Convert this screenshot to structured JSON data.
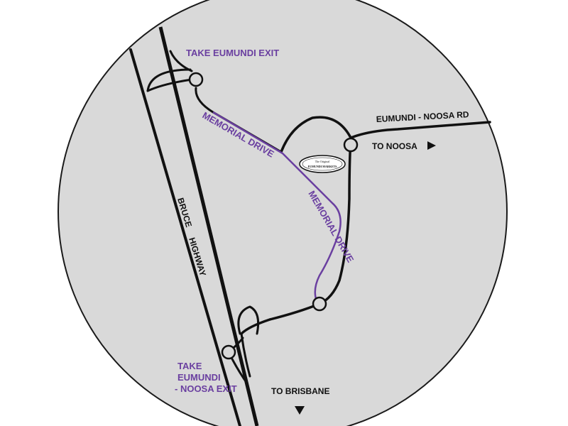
{
  "colors": {
    "background": "#ffffff",
    "circle_fill": "#d9d9d9",
    "circle_stroke": "#1a1a1a",
    "road": "#111111",
    "accent": "#6a3fa0"
  },
  "labels": {
    "take_exit_top": "TAKE EUMUNDI EXIT",
    "memorial_drive_1": "MEMORIAL DRIVE",
    "memorial_drive_2": "MEMORIAL DRIVE",
    "noosa_road": "EUMUNDI - NOOSA RD",
    "to_noosa": "TO NOOSA",
    "bruce": "BRUCE",
    "highway": "HIGHWAY",
    "take_exit_bottom_1": "TAKE",
    "take_exit_bottom_2": "EUMUNDI",
    "take_exit_bottom_3": "- NOOSA EXIT",
    "to_brisbane": "TO BRISBANE"
  },
  "market_logo": {
    "line1": "The Original",
    "line2": "EUMUNDI MARKETS",
    "icon": "market-logo-icon"
  },
  "icons": {
    "arrow_right": "arrow-right-icon",
    "arrow_down": "arrow-down-icon"
  }
}
